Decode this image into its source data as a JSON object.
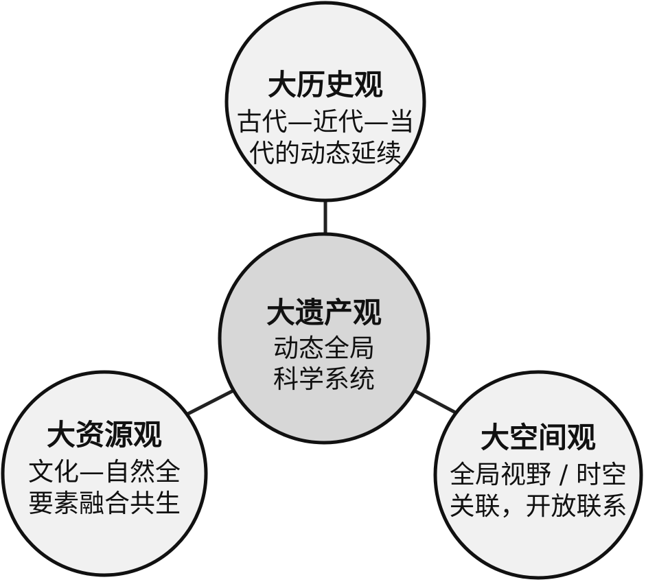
{
  "colors": {
    "outer_fill": "#f1f1f1",
    "center_fill": "#d7d7d7",
    "stroke": "#111111"
  },
  "nodes": {
    "center": {
      "title": "大遗产观",
      "line1": "动态全局",
      "line2": "科学系统"
    },
    "top": {
      "title": "大历史观",
      "line1": "古代—近代—当",
      "line2": "代的动态延续"
    },
    "left": {
      "title": "大资源观",
      "line1": "文化—自然全",
      "line2": "要素融合共生"
    },
    "right": {
      "title": "大空间观",
      "line1": "全局视野 / 时空",
      "line2": "关联，开放联系"
    }
  }
}
